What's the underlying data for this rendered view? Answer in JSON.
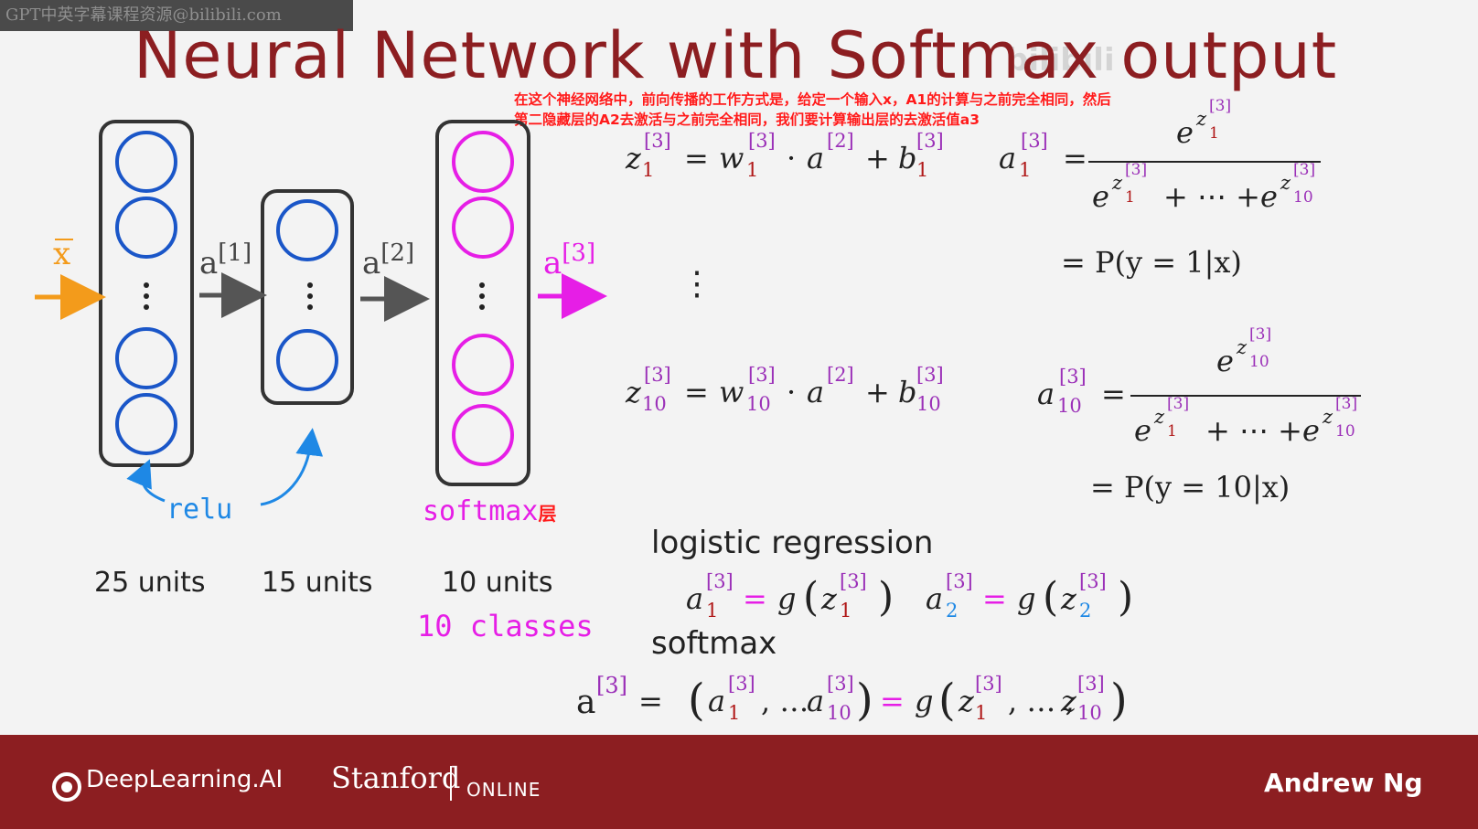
{
  "watermark": "GPT中英字幕课程资源@bilibili.com",
  "watermark_right": "bilibili",
  "title": "Neural Network with Softmax output",
  "caption_line1": "在这个神经网络中，前向传播的工作方式是，给定一个输入x，A1的计算与之前完全相同，然后",
  "caption_line2": "第二隐藏层的A2去激活与之前完全相同，我们要计算输出层的去激活值a3",
  "network": {
    "input_label": "x",
    "a1_label": "a",
    "a1_sup": "[1]",
    "a2_label": "a",
    "a2_sup": "[2]",
    "a3_label": "a",
    "a3_sup": "[3]",
    "layer1_units": "25 units",
    "layer2_units": "15 units",
    "layer3_units": "10 units",
    "relu": "relu",
    "softmax": "softmax",
    "softmax_suffix": "层",
    "classes": "10 classes",
    "dots": "⋮"
  },
  "equations": {
    "z1": "z",
    "w": "w",
    "a": "a",
    "b": "b",
    "e": "e",
    "sup3": "[3]",
    "sup2": "[2]",
    "sub1": "1",
    "sub10": "10",
    "dots_mid": "+ ⋯ +",
    "p1": "= P(y = 1|x)",
    "p10": "= P(y = 10|x)",
    "vdots": "⋮"
  },
  "logistic": {
    "heading": "logistic regression",
    "g": "g",
    "sub2": "2"
  },
  "softmax_section": {
    "heading": "softmax",
    "ellipsis": ", … ",
    "ellipsis2": ", … ,"
  },
  "footer": {
    "deeplearning": "DeepLearning.AI",
    "stanford": "Stanford",
    "online": "ONLINE",
    "author": "Andrew Ng"
  }
}
